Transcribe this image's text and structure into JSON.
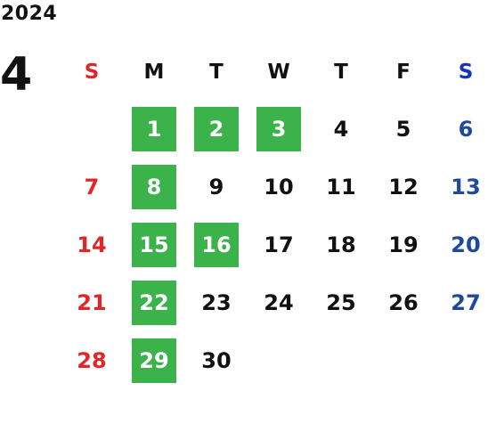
{
  "calendar": {
    "year": "2024",
    "month": "4",
    "weekdays": [
      "S",
      "M",
      "T",
      "W",
      "T",
      "F",
      "S"
    ],
    "highlight_color": "#3bb34a",
    "sunday_color": "#e0262b",
    "saturday_color": "#1f4a9c",
    "weeks": [
      [
        {
          "d": ""
        },
        {
          "d": "1",
          "h": true
        },
        {
          "d": "2",
          "h": true
        },
        {
          "d": "3",
          "h": true
        },
        {
          "d": "4"
        },
        {
          "d": "5"
        },
        {
          "d": "6"
        }
      ],
      [
        {
          "d": "7"
        },
        {
          "d": "8",
          "h": true
        },
        {
          "d": "9"
        },
        {
          "d": "10"
        },
        {
          "d": "11"
        },
        {
          "d": "12"
        },
        {
          "d": "13"
        }
      ],
      [
        {
          "d": "14"
        },
        {
          "d": "15",
          "h": true
        },
        {
          "d": "16",
          "h": true
        },
        {
          "d": "17"
        },
        {
          "d": "18"
        },
        {
          "d": "19"
        },
        {
          "d": "20"
        }
      ],
      [
        {
          "d": "21"
        },
        {
          "d": "22",
          "h": true
        },
        {
          "d": "23"
        },
        {
          "d": "24"
        },
        {
          "d": "25"
        },
        {
          "d": "26"
        },
        {
          "d": "27"
        }
      ],
      [
        {
          "d": "28"
        },
        {
          "d": "29",
          "h": true
        },
        {
          "d": "30"
        },
        {
          "d": ""
        },
        {
          "d": ""
        },
        {
          "d": ""
        },
        {
          "d": ""
        }
      ]
    ]
  }
}
